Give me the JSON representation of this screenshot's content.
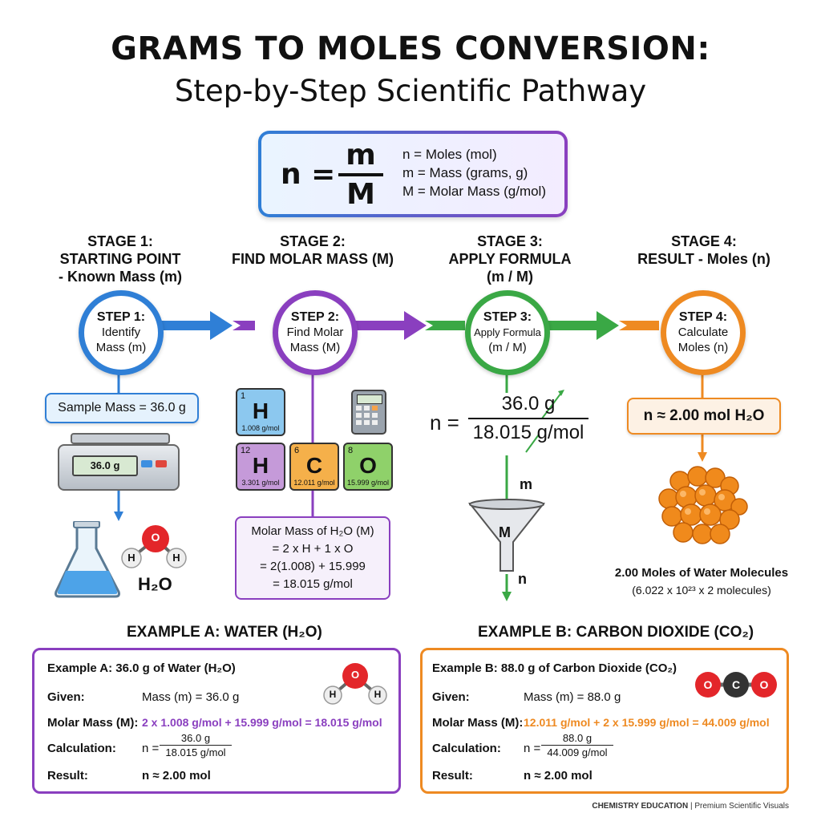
{
  "header": {
    "title": "GRAMS TO MOLES CONVERSION:",
    "subtitle": "Step-by-Step Scientific Pathway"
  },
  "formula": {
    "lhs": "n =",
    "numerator": "m",
    "denominator": "M",
    "legend": [
      "n = Moles (mol)",
      "m = Mass (grams, g)",
      "M = Molar Mass (g/mol)"
    ]
  },
  "stages": [
    {
      "title": [
        "STAGE 1:",
        "STARTING POINT",
        "- Known Mass (m)"
      ],
      "step": "STEP 1:",
      "step_lines": [
        "Identify",
        "Mass (m)"
      ],
      "color": "#2f7fd6"
    },
    {
      "title": [
        "STAGE 2:",
        "FIND MOLAR MASS (M)"
      ],
      "step": "STEP 2:",
      "step_lines": [
        "Find Molar",
        "Mass (M)"
      ],
      "color": "#8a3fbf"
    },
    {
      "title": [
        "STAGE 3:",
        "APPLY FORMULA",
        "(m / M)"
      ],
      "step": "STEP 3:",
      "step_lines": [
        "Apply Formula",
        "(m / M)"
      ],
      "color": "#3aa845"
    },
    {
      "title": [
        "STAGE 4:",
        "RESULT - Moles (n)"
      ],
      "step": "STEP 4:",
      "step_lines": [
        "Calculate",
        "Moles (n)"
      ],
      "color": "#ee8a22"
    }
  ],
  "stage1": {
    "sample_mass": "Sample Mass = 36.0 g",
    "scale_display": "36.0 g",
    "molecule_label": "H₂O",
    "atoms": {
      "o": "O",
      "h": "H"
    }
  },
  "stage2": {
    "elements": [
      {
        "num": "1",
        "sym": "H",
        "mass": "1.008 g/mol",
        "color": "#8cc8ef"
      },
      {
        "num": "12",
        "sym": "H",
        "mass": "3.301 g/mol",
        "color": "#c59ad9"
      },
      {
        "num": "6",
        "sym": "C",
        "mass": "12.011 g/mol",
        "color": "#f5b04a"
      },
      {
        "num": "8",
        "sym": "O",
        "mass": "15.999 g/mol",
        "color": "#8fd16a"
      }
    ],
    "molar_mass_lines": [
      "Molar Mass of H₂O (M)",
      "= 2 x H + 1 x O",
      "= 2(1.008) + 15.999",
      "= 18.015 g/mol"
    ]
  },
  "stage3": {
    "lhs": "n =",
    "numerator": "36.0 g",
    "denominator": "18.015 g/mol",
    "funnel_top": "m",
    "funnel_mid": "M",
    "funnel_bottom": "n"
  },
  "stage4": {
    "result": "n ≈ 2.00 mol H₂O",
    "caption": "2.00 Moles of Water Molecules",
    "subcaption": "(6.022 x 10²³ x 2 molecules)"
  },
  "examples": [
    {
      "heading": "EXAMPLE A: WATER (H₂O)",
      "title": "Example A: 36.0 g of Water (H₂O)",
      "given_label": "Given:",
      "given": "Mass (m) = 36.0 g",
      "molar_label": "Molar Mass (M):",
      "molar": "2 x 1.008 g/mol + 15.999 g/mol = 18.015 g/mol",
      "calc_label": "Calculation:",
      "calc_lhs": "n =",
      "calc_num": "36.0 g",
      "calc_den": "18.015 g/mol",
      "result_label": "Result:",
      "result": "n ≈ 2.00 mol",
      "color": "#8a3fbf"
    },
    {
      "heading": "EXAMPLE B: CARBON DIOXIDE (CO₂)",
      "title": "Example B: 88.0 g of Carbon Dioxide (CO₂)",
      "given_label": "Given:",
      "given": "Mass (m) = 88.0 g",
      "molar_label": "Molar Mass (M):",
      "molar": "12.011 g/mol + 2 x 15.999 g/mol = 44.009 g/mol",
      "calc_label": "Calculation:",
      "calc_lhs": "n =",
      "calc_num": "88.0 g",
      "calc_den": "44.009 g/mol",
      "result_label": "Result:",
      "result": "n ≈ 2.00 mol",
      "color": "#ee8a22"
    }
  ],
  "co2_atoms": {
    "o": "O",
    "c": "C"
  },
  "footer": {
    "brand": "CHEMISTRY EDUCATION",
    "sep": "|",
    "tagline": "Premium Scientific Visuals"
  }
}
